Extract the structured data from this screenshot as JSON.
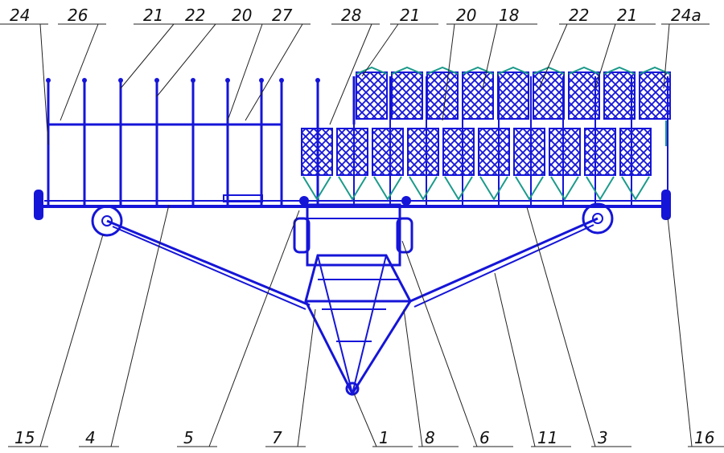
{
  "colors": {
    "frame": "#1515d8",
    "accent": "#1a9a8a",
    "leader": "#222222"
  },
  "top_labels": [
    "24",
    "26",
    "21",
    "22",
    "20",
    "27",
    "28",
    "21",
    "20",
    "18",
    "22",
    "21",
    "24a"
  ],
  "bottom_labels": [
    "15",
    "4",
    "5",
    "7",
    "1",
    "8",
    "6",
    "11",
    "3",
    "16"
  ]
}
